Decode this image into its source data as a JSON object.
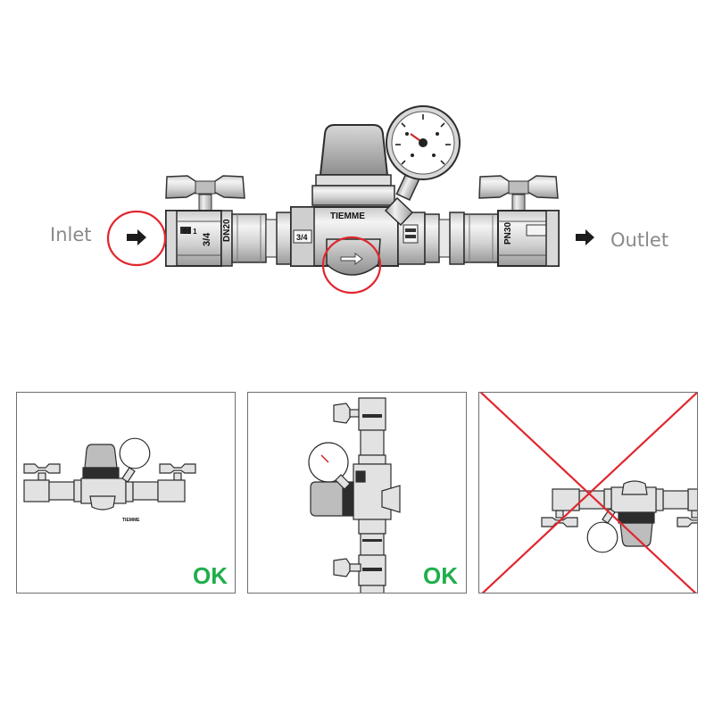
{
  "main_diagram": {
    "inlet_label": "Inlet",
    "outlet_label": "Outlet",
    "brand_text": "TIEMME",
    "size_labels": [
      "3/4",
      "3/4"
    ],
    "dn_label": "DN20",
    "pn_label": "PN30",
    "callout_color": "#e0272f"
  },
  "orientation_examples": [
    {
      "orientation": "horizontal",
      "verdict": "OK"
    },
    {
      "orientation": "vertical",
      "verdict": "OK"
    },
    {
      "orientation": "upside-down",
      "verdict": ""
    }
  ],
  "colors": {
    "ok": "#1fae4b",
    "wrong": "#e0272f",
    "metal_light": "#e4e4e4",
    "metal_dark": "#2d2d2d"
  }
}
